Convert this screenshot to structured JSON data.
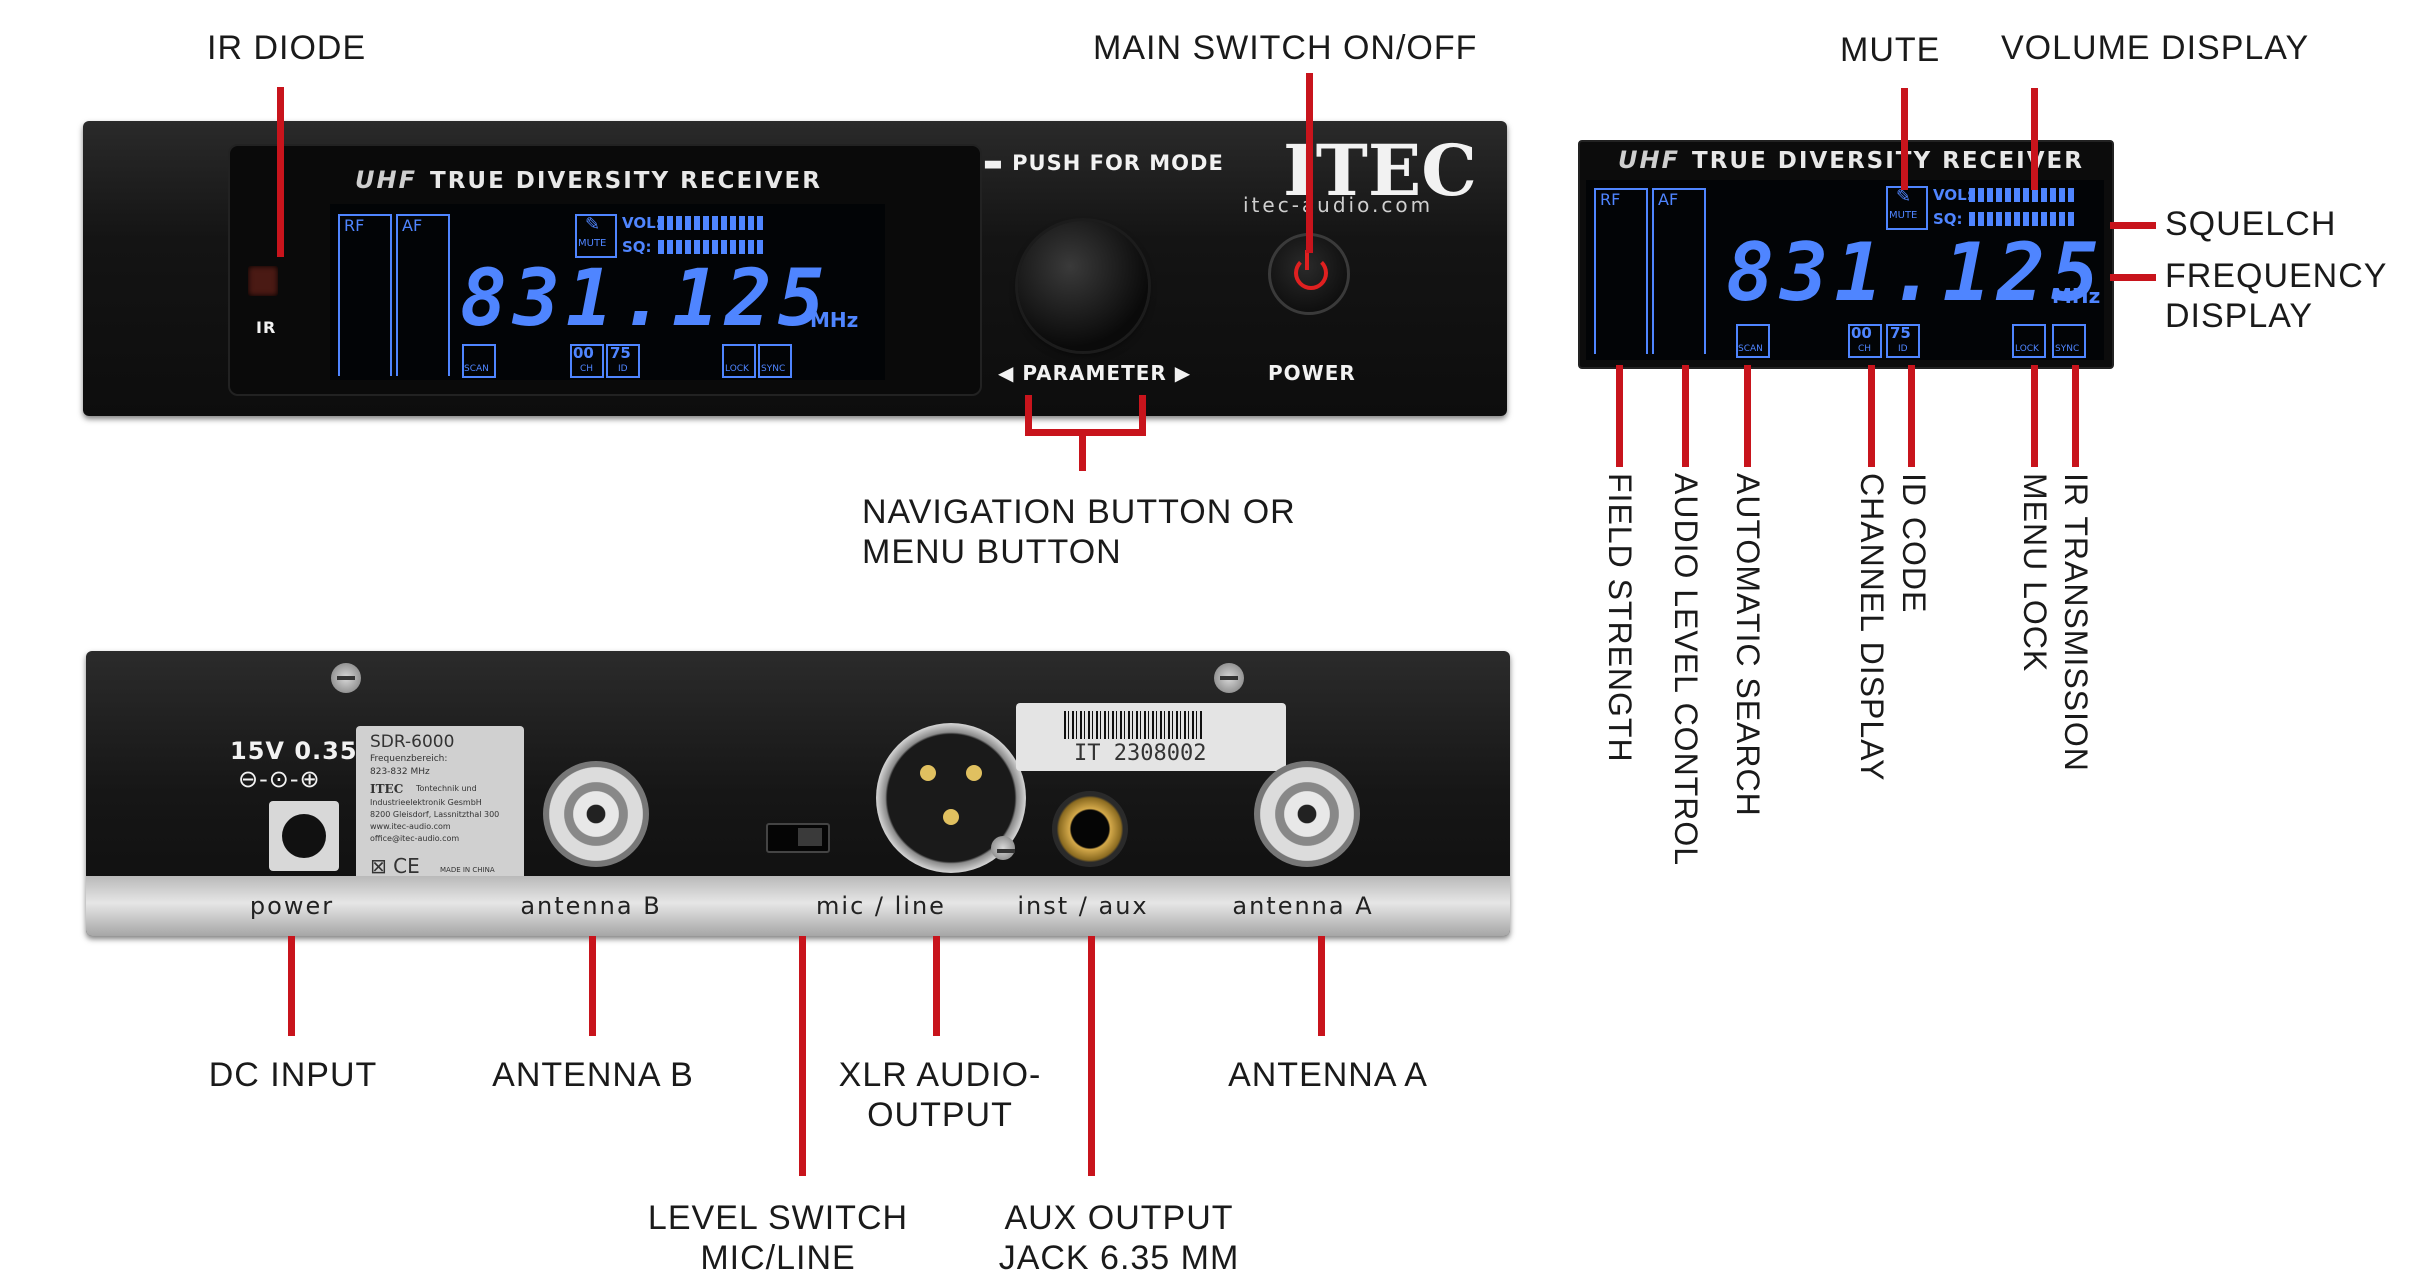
{
  "callouts": {
    "ir_diode": "IR DIODE",
    "main_switch": "MAIN SWITCH ON/OFF",
    "navigation_1": "NAVIGATION BUTTON OR",
    "navigation_2": "MENU BUTTON",
    "mute": "MUTE",
    "volume_display": "VOLUME DISPLAY",
    "squelch": "SQUELCH",
    "frequency_1": "FREQUENCY",
    "frequency_2": "DISPLAY",
    "field_strength": "FIELD STRENGTH",
    "audio_level": "AUDIO LEVEL CONTROL",
    "auto_search": "AUTOMATIC SEARCH",
    "channel_display": "CHANNEL DISPLAY",
    "id_code": "ID CODE",
    "menu_lock": "MENU LOCK",
    "ir_transmission": "IR TRANSMISSION",
    "dc_input": "DC INPUT",
    "antenna_b": "ANTENNA B",
    "xlr_1": "XLR AUDIO-",
    "xlr_2": "OUTPUT",
    "antenna_a": "ANTENNA A",
    "level_1": "LEVEL SWITCH",
    "level_2": "MIC/LINE",
    "aux_1": "AUX OUTPUT",
    "aux_2": "JACK 6.35 MM"
  },
  "front_panel": {
    "uhf": "UHF",
    "header": "TRUE DIVERSITY RECEIVER",
    "ir": "IR",
    "push_mode": "PUSH FOR MODE",
    "parameter": "◀ PARAMETER ▶",
    "brand": "ITEC",
    "url": "itec-audio.com",
    "power": "POWER",
    "lcd": {
      "rf": "RF",
      "af": "AF",
      "mute": "MUTE",
      "vol": "VOL:",
      "sq": "SQ:",
      "frequency": "831.125",
      "unit": "MHz",
      "scan": "SCAN",
      "ch_value": "00",
      "ch": "CH",
      "id_value": "75",
      "id": "ID",
      "lock": "LOCK",
      "sync": "SYNC"
    }
  },
  "back_panel": {
    "power_rating": "15V 0.35A",
    "polarity": "⊖-⊙-⊕",
    "model": "SDR-6000",
    "sticker_lines": [
      "Frequenzbereich:",
      "823-832 MHz",
      "Tontechnik und",
      "Industrieelektronik GesmbH",
      "8200 Gleisdorf, Lassnitzthal 300",
      "www.itec-audio.com",
      "office@itec-audio.com"
    ],
    "sticker_brand": "ITEC",
    "ce_marks": "⊠ CE",
    "made_in": "MADE IN CHINA",
    "serial": "IT 2308002",
    "labels": {
      "power": "power",
      "antenna_b": "antenna B",
      "mic_line": "mic / line",
      "inst_aux": "inst / aux",
      "antenna_a": "antenna A"
    }
  },
  "colors": {
    "callout_line": "#c8141c",
    "lcd_blue": "#4f85ff",
    "panel": "#141414"
  }
}
